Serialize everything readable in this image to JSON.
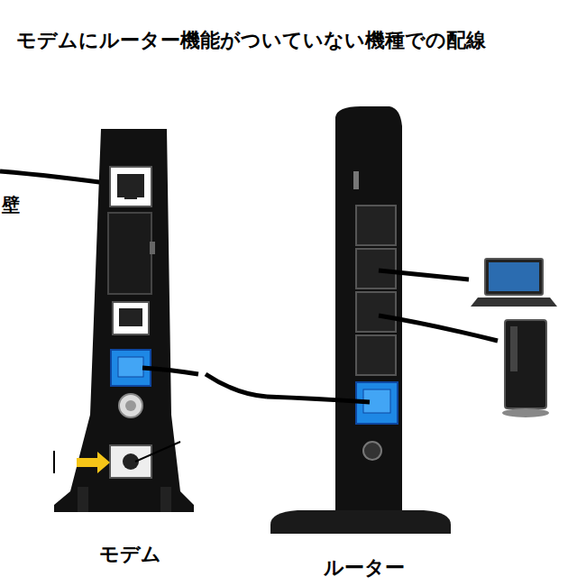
{
  "diagram": {
    "title": "モデムにルーター機能がついていない機種での配線",
    "nodes": [
      {
        "text": [
          "モデム"
        ]
      },
      {
        "text": [
          "ルーター"
        ]
      }
    ],
    "edges": [
      {
        "from": 0,
        "to": 1,
        "arrow": "none"
      }
    ],
    "labels": [
      "壁"
    ]
  }
}
